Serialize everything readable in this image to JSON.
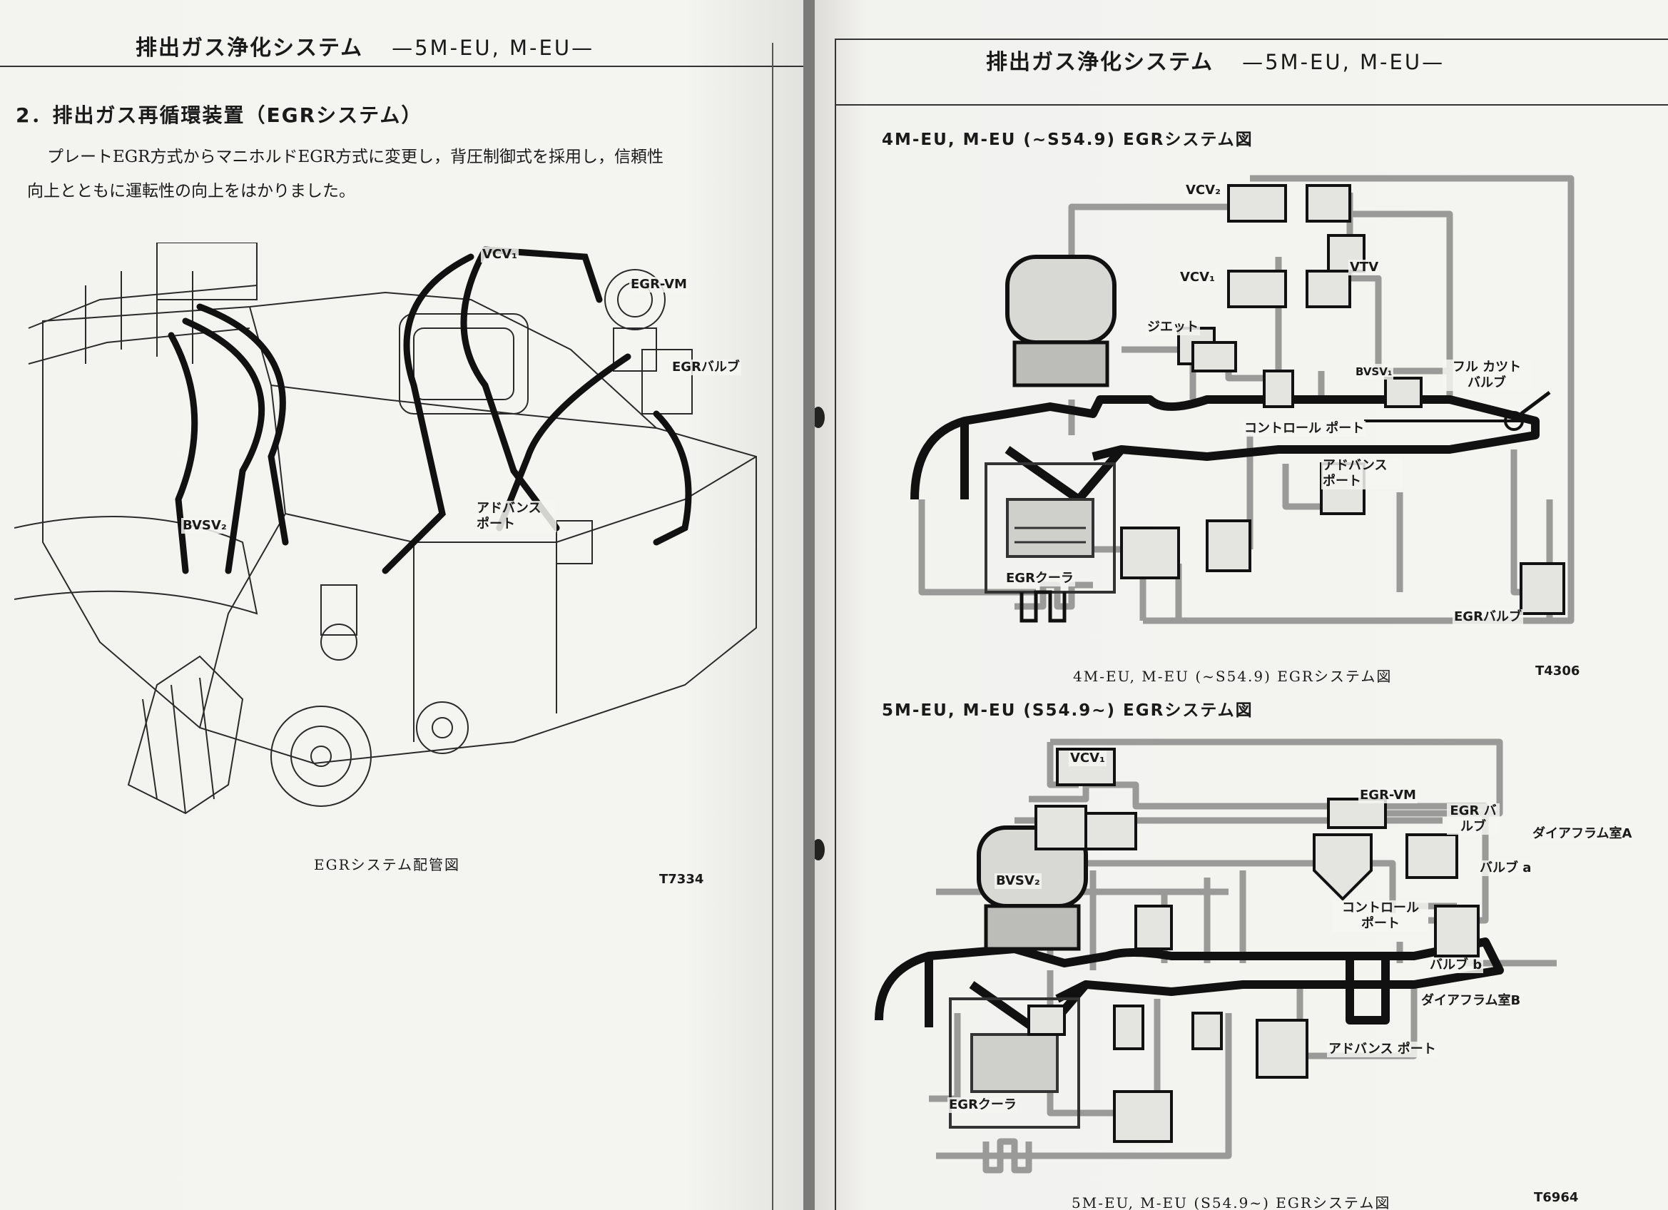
{
  "left_page": {
    "header_title": "排出ガス浄化システム",
    "header_model": "—5M-EU, M-EU—",
    "section_heading": "2．排出ガス再循環装置（EGRシステム）",
    "paragraph_lines": [
      "プレートEGR方式からマニホルドEGR方式に変更し，背圧制御式を採用し，信頼性",
      "向上とともに運転性の向上をはかりました。"
    ],
    "figure": {
      "labels": {
        "vcv1": "VCV₁",
        "egr_vm": "EGR-VM",
        "egr_valve": "EGRバルブ",
        "bvsv2": "BVSV₂",
        "advance_port": "アドバンス ポート"
      },
      "caption": "EGRシステム配管図",
      "code": "T7334"
    }
  },
  "right_page": {
    "header_title": "排出ガス浄化システム",
    "header_model": "—5M-EU, M-EU—",
    "diagram1": {
      "title": "4M-EU, M-EU (~S54.9) EGRシステム図",
      "labels": {
        "vcv2": "VCV₂",
        "vtv": "VTV",
        "vcv1": "VCV₁",
        "jet": "ジエット",
        "bvsv1": "BVSV₁",
        "full_cut_valve": "フル カツト バルブ",
        "control_port": "コントロール ポート",
        "advance_port": "アドバンス ポート",
        "egr_cooler": "EGRクーラ",
        "egr_valve": "EGRバルブ"
      },
      "caption": "4M-EU, M-EU (~S54.9) EGRシステム図",
      "code": "T4306"
    },
    "diagram2": {
      "title": "5M-EU, M-EU (S54.9~) EGRシステム図",
      "labels": {
        "vcv1": "VCV₁",
        "egr_vm": "EGR-VM",
        "egr_valve": "EGR バルブ",
        "diaphragm_a": "ダイアフラム室A",
        "valve_a": "バルブ a",
        "bvsv2": "BVSV₂",
        "control_port": "コントロール ポート",
        "valve_b": "バルブ b",
        "diaphragm_b": "ダイアフラム室B",
        "advance_port": "アドバンス ポート",
        "egr_cooler": "EGRクーラ"
      },
      "caption": "5M-EU, M-EU (S54.9~) EGRシステム図",
      "code": "T6964"
    }
  }
}
